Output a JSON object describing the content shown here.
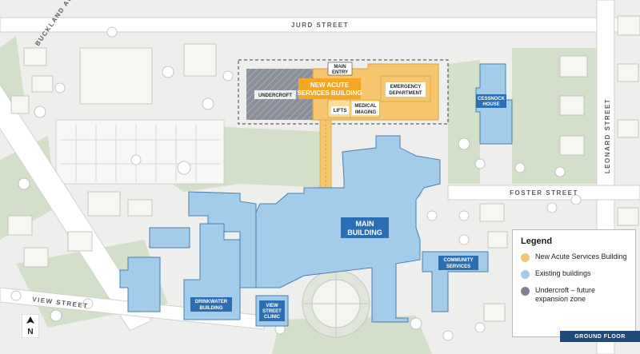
{
  "streets": {
    "jurd": "JURD STREET",
    "buckland": "BUCKLAND AVE",
    "leonard": "LEONARD STREET",
    "foster": "FOSTER STREET",
    "view": "VIEW STREET"
  },
  "buildings": {
    "new_acute": "NEW ACUTE SERVICES BUILDING",
    "new_acute_line1": "NEW ACUTE",
    "new_acute_line2": "SERVICES BUILDING",
    "main_entry_line1": "MAIN",
    "main_entry_line2": "ENTRY",
    "undercroft": "UNDERCROFT",
    "emergency_line1": "EMERGENCY",
    "emergency_line2": "DEPARTMENT",
    "lifts": "LIFTS",
    "medical_line1": "MEDICAL",
    "medical_line2": "IMAGING",
    "cessnock_line1": "CESSNOCK",
    "cessnock_line2": "HOUSE",
    "main_line1": "MAIN",
    "main_line2": "BUILDING",
    "community_line1": "COMMUNITY",
    "community_line2": "SERVICES",
    "drinkwater_line1": "DRINKWATER",
    "drinkwater_line2": "BUILDING",
    "viewclinic_line1": "VIEW",
    "viewclinic_line2": "STREET",
    "viewclinic_line3": "CLINIC"
  },
  "legend": {
    "title": "Legend",
    "items": [
      {
        "label": "New Acute Services Building",
        "color": "#f6c66e"
      },
      {
        "label": "Existing buildings",
        "color": "#a3cbea"
      },
      {
        "label": "Undercroft – future expansion zone",
        "color": "#7d8290"
      }
    ]
  },
  "floor_tag": "GROUND FLOOR",
  "north_label": "N",
  "colors": {
    "existing": "#a3cbea",
    "existing_stroke": "#4b7fb0",
    "new_building": "#f6c66e",
    "label_blue": "#2a6fb4",
    "label_orange": "#f5a623",
    "grass": "#cfdcc4",
    "road": "#ffffff"
  }
}
